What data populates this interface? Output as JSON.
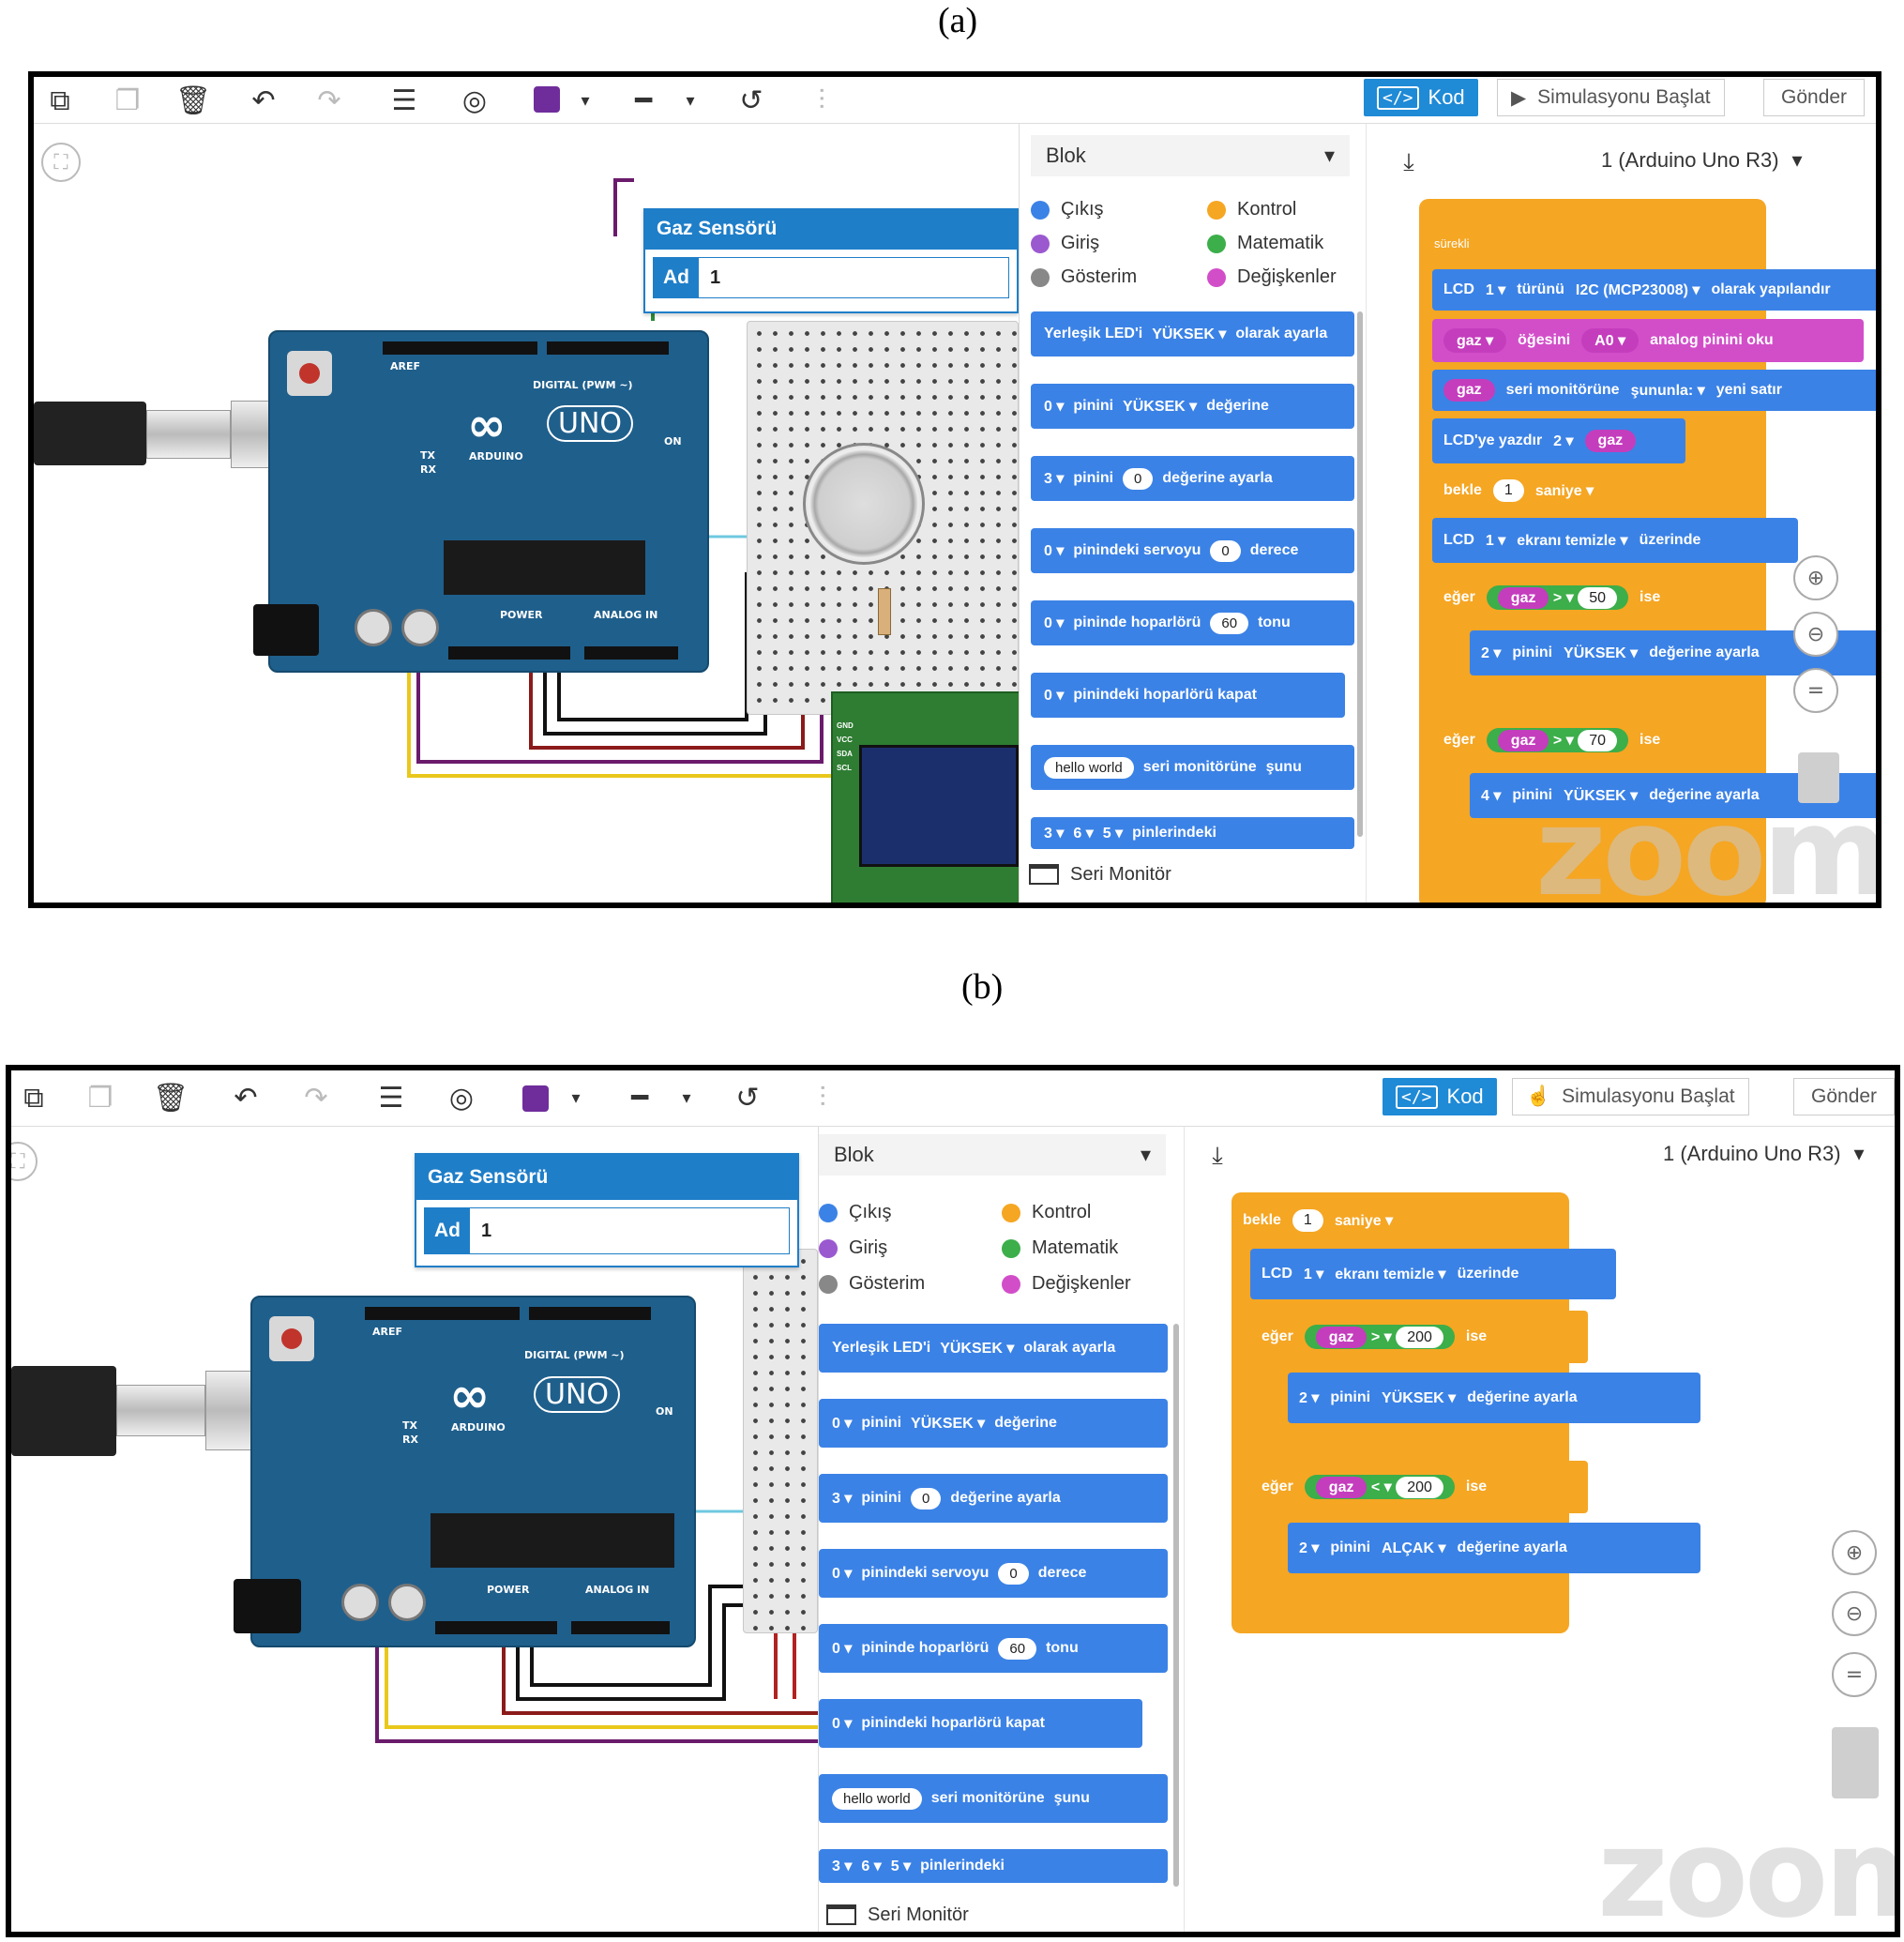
{
  "captions": {
    "a": "(a)",
    "b": "(b)"
  },
  "toolbar": {
    "code_label": "Kod",
    "code_icon": "</>",
    "start_sim_label": "Simulasyonu Başlat",
    "send_label": "Gönder"
  },
  "popup": {
    "title": "Gaz Sensörü",
    "name_label": "Ad",
    "name_value": "1"
  },
  "arduino": {
    "logo": "∞",
    "model": "UNO",
    "brand": "ARDUINO",
    "digital": "DIGITAL (PWM ~)",
    "power": "POWER",
    "analog": "ANALOG IN",
    "on": "ON",
    "tx": "TX",
    "rx": "RX",
    "aref": "AREF"
  },
  "lcd_pins": [
    "GND",
    "VCC",
    "SDA",
    "SCL"
  ],
  "palette": {
    "mode": "Blok",
    "categories": [
      {
        "label": "Çıkış",
        "color": "#3b82e6"
      },
      {
        "label": "Kontrol",
        "color": "#f5a623"
      },
      {
        "label": "Giriş",
        "color": "#9b59d0"
      },
      {
        "label": "Matematik",
        "color": "#3cae4a"
      },
      {
        "label": "Gösterim",
        "color": "#888888"
      },
      {
        "label": "Değişkenler",
        "color": "#d24ec9"
      }
    ],
    "blocks": [
      {
        "t1": "Yerleşik LED'i",
        "t2": "YÜKSEK ▾",
        "t3": "olarak ayarla"
      },
      {
        "t1": "0 ▾",
        "t2": "pinini",
        "t3": "YÜKSEK ▾",
        "t4": "değerine"
      },
      {
        "t1": "3 ▾",
        "t2": "pinini",
        "t3": "0",
        "t4": "değerine ayarla"
      },
      {
        "t1": "0 ▾",
        "t2": "pinindeki servoyu",
        "t3": "0",
        "t4": "derece"
      },
      {
        "t1": "0 ▾",
        "t2": "pininde hoparlörü",
        "t3": "60",
        "t4": "tonu"
      },
      {
        "t1": "0 ▾",
        "t2": "pinindeki hoparlörü kapat"
      },
      {
        "t1": "hello world",
        "t2": "seri monitörüne",
        "t3": "şunu"
      },
      {
        "t1": "3 ▾",
        "t2": "6 ▾",
        "t3": "5 ▾",
        "t4": "pinlerindeki"
      }
    ],
    "serial_monitor": "Seri Monitör"
  },
  "device": {
    "label": "1 (Arduino Uno R3)"
  },
  "code_a": {
    "forever": "sürekli",
    "lcd_init": {
      "a": "LCD",
      "b": "1 ▾",
      "c": "türünü",
      "d": "I2C (MCP23008) ▾",
      "e": "olarak yapılandır"
    },
    "read": {
      "a": "gaz ▾",
      "b": "öğesini",
      "c": "A0 ▾",
      "d": "analog pinini oku"
    },
    "print_serial": {
      "a": "gaz",
      "b": "seri monitörüne",
      "c": "şununla: ▾",
      "d": "yeni satır"
    },
    "lcd_print": {
      "a": "LCD'ye yazdır",
      "b": "2 ▾",
      "c": "gaz"
    },
    "wait": {
      "a": "bekle",
      "b": "1",
      "c": "saniye ▾"
    },
    "lcd_clear": {
      "a": "LCD",
      "b": "1 ▾",
      "c": "ekranı temizle ▾",
      "d": "üzerinde"
    },
    "if1": {
      "a": "eğer",
      "b": "gaz",
      "c": "> ▾",
      "d": "50",
      "e": "ise"
    },
    "set1": {
      "a": "2 ▾",
      "b": "pinini",
      "c": "YÜKSEK ▾",
      "d": "değerine ayarla"
    },
    "if2": {
      "a": "eğer",
      "b": "gaz",
      "c": "> ▾",
      "d": "70",
      "e": "ise"
    },
    "set2": {
      "a": "4 ▾",
      "b": "pinini",
      "c": "YÜKSEK ▾",
      "d": "değerine ayarla"
    }
  },
  "code_b": {
    "wait": {
      "a": "bekle",
      "b": "1",
      "c": "saniye ▾"
    },
    "lcd_clear": {
      "a": "LCD",
      "b": "1 ▾",
      "c": "ekranı temizle ▾",
      "d": "üzerinde"
    },
    "if1": {
      "a": "eğer",
      "b": "gaz",
      "c": "> ▾",
      "d": "200",
      "e": "ise"
    },
    "set1": {
      "a": "2 ▾",
      "b": "pinini",
      "c": "YÜKSEK ▾",
      "d": "değerine ayarla"
    },
    "if2": {
      "a": "eğer",
      "b": "gaz",
      "c": "< ▾",
      "d": "200",
      "e": "ise"
    },
    "set2": {
      "a": "2 ▾",
      "b": "pinini",
      "c": "ALÇAK ▾",
      "d": "değerine ayarla"
    }
  },
  "watermark": "zoom"
}
